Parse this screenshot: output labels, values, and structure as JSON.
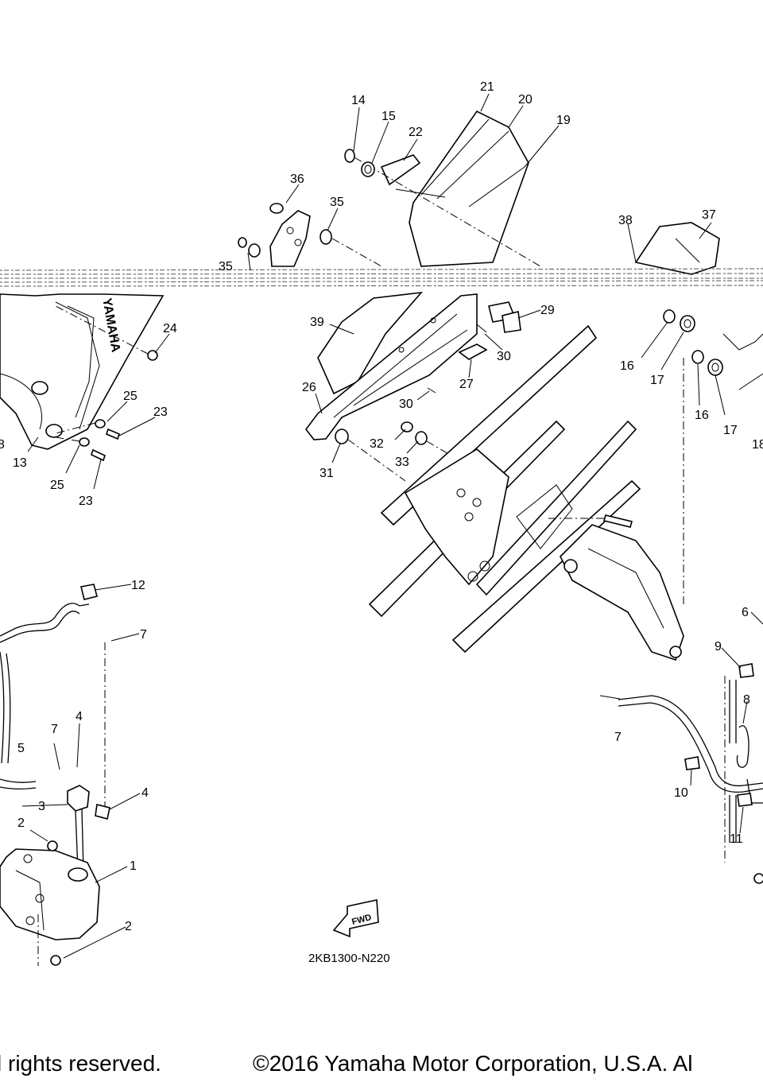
{
  "diagram": {
    "part_code": "2KB1300-N220",
    "fwd_label": "FWD",
    "brand_mark": "YAMAHA",
    "callouts": [
      {
        "id": "c21",
        "text": "21"
      },
      {
        "id": "c20",
        "text": "20"
      },
      {
        "id": "c19",
        "text": "19"
      },
      {
        "id": "c14",
        "text": "14"
      },
      {
        "id": "c15",
        "text": "15"
      },
      {
        "id": "c22",
        "text": "22"
      },
      {
        "id": "c36",
        "text": "36"
      },
      {
        "id": "c35a",
        "text": "35"
      },
      {
        "id": "c35b",
        "text": "35"
      },
      {
        "id": "c38",
        "text": "38"
      },
      {
        "id": "c37",
        "text": "37"
      },
      {
        "id": "c24",
        "text": "24"
      },
      {
        "id": "c39",
        "text": "39"
      },
      {
        "id": "c29",
        "text": "29"
      },
      {
        "id": "c30a",
        "text": "30"
      },
      {
        "id": "c30b",
        "text": "30"
      },
      {
        "id": "c27",
        "text": "27"
      },
      {
        "id": "c26",
        "text": "26"
      },
      {
        "id": "c16a",
        "text": "16"
      },
      {
        "id": "c17a",
        "text": "17"
      },
      {
        "id": "c16b",
        "text": "16"
      },
      {
        "id": "c17b",
        "text": "17"
      },
      {
        "id": "c18a",
        "text": "18"
      },
      {
        "id": "c18b",
        "text": "8"
      },
      {
        "id": "c25a",
        "text": "25"
      },
      {
        "id": "c23a",
        "text": "23"
      },
      {
        "id": "c13",
        "text": "13"
      },
      {
        "id": "c25b",
        "text": "25"
      },
      {
        "id": "c23b",
        "text": "23"
      },
      {
        "id": "c32",
        "text": "32"
      },
      {
        "id": "c33",
        "text": "33"
      },
      {
        "id": "c31",
        "text": "31"
      },
      {
        "id": "c12",
        "text": "12"
      },
      {
        "id": "c7a",
        "text": "7"
      },
      {
        "id": "c7b",
        "text": "7"
      },
      {
        "id": "c4a",
        "text": "4"
      },
      {
        "id": "c5",
        "text": "5"
      },
      {
        "id": "c3",
        "text": "3"
      },
      {
        "id": "c4b",
        "text": "4"
      },
      {
        "id": "c2a",
        "text": "2"
      },
      {
        "id": "c1",
        "text": "1"
      },
      {
        "id": "c2b",
        "text": "2"
      },
      {
        "id": "c6",
        "text": "6"
      },
      {
        "id": "c9",
        "text": "9"
      },
      {
        "id": "c8",
        "text": "8"
      },
      {
        "id": "c7c",
        "text": "7"
      },
      {
        "id": "c10",
        "text": "10"
      },
      {
        "id": "c11",
        "text": "11"
      }
    ]
  },
  "footer": {
    "left_text": "l rights reserved.",
    "right_text": "©2016 Yamaha Motor Corporation, U.S.A. Al"
  }
}
